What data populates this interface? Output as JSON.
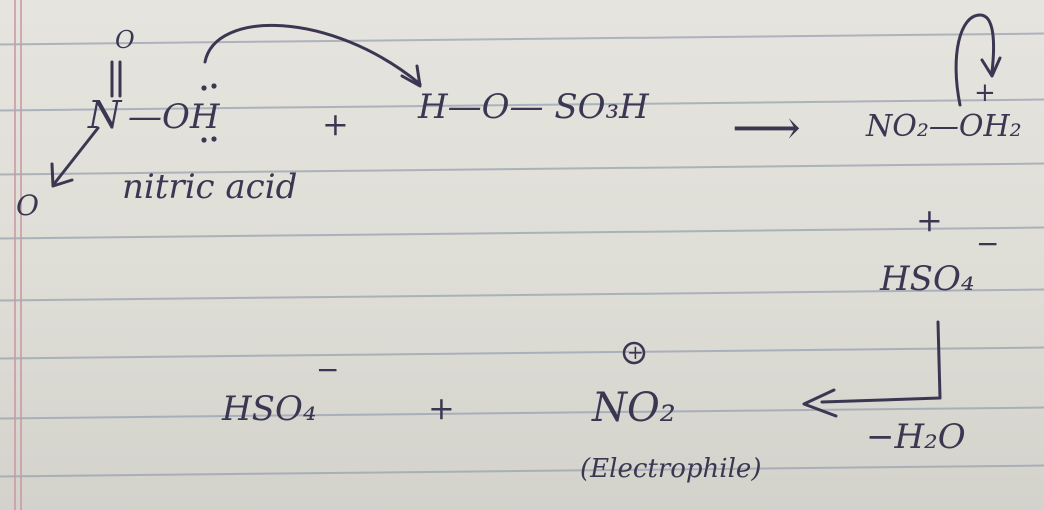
{
  "notebook": {
    "reaction": {
      "nitric_acid": {
        "top_oxygen": "O",
        "nitrogen": "N",
        "bond_oh": "—OH",
        "lower_oxygen": "O",
        "label": "nitric acid"
      },
      "plus_1": "+",
      "sulfuric_acid": "H—O— SO₃H",
      "arrow_1": "⟶",
      "protonated": {
        "formula": "NO₂—OH₂",
        "charge": "+"
      },
      "plus_2": "+",
      "bisulfate_right": {
        "formula": "HSO₄",
        "charge": "−"
      },
      "loss": "−H₂O",
      "bisulfate_left": {
        "formula": "HSO₄",
        "charge": "−"
      },
      "plus_3": "+",
      "nitronium": {
        "charge": "+",
        "formula": "NO₂",
        "note": "(Electrophile)"
      }
    }
  }
}
